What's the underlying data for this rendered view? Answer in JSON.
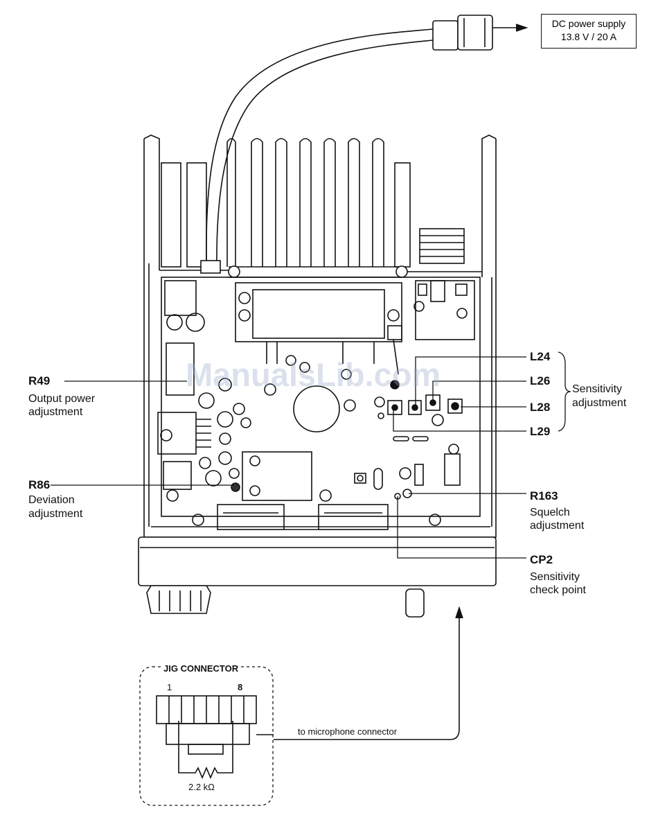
{
  "power_supply": {
    "line1": "DC power supply",
    "line2": "13.8 V / 20 A"
  },
  "watermark": "ManualsLib.com",
  "labels_left": {
    "r49": {
      "ref": "R49",
      "line1": "Output power",
      "line2": "adjustment"
    },
    "r86": {
      "ref": "R86",
      "line1": "Deviation",
      "line2": "adjustment"
    }
  },
  "labels_right": {
    "l24": "L24",
    "l26": "L26",
    "l28": "L28",
    "l29": "L29",
    "sensitivity": {
      "line1": "Sensitivity",
      "line2": "adjustment"
    },
    "r163": {
      "ref": "R163",
      "line1": "Squelch",
      "line2": "adjustment"
    },
    "cp2": {
      "ref": "CP2",
      "line1": "Sensitivity",
      "line2": "check point"
    }
  },
  "jig": {
    "title": "JIG CONNECTOR",
    "pin_first": "1",
    "pin_last": "8",
    "resistor": "2.2 kΩ",
    "route": "to microphone connector"
  }
}
